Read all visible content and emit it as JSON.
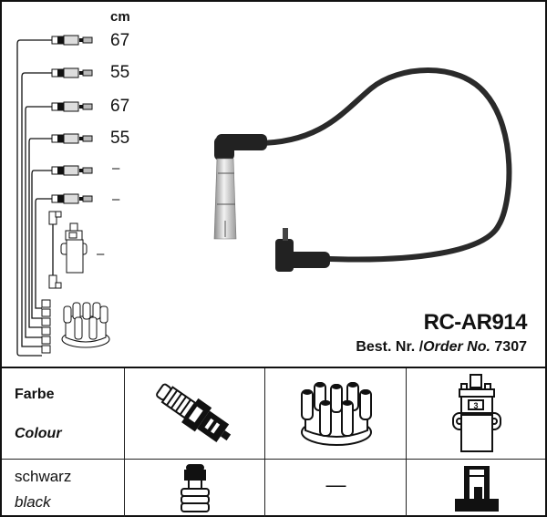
{
  "header": {
    "unit_label": "cm",
    "lengths": [
      "67",
      "55",
      "67",
      "55",
      "–",
      "–"
    ],
    "coil_lead_length": "–"
  },
  "product": {
    "model": "RC-AR914",
    "order_label_de": "Best. Nr.",
    "order_separator": "/",
    "order_label_en": "Order No.",
    "order_number": "7307"
  },
  "table": {
    "header_label_de": "Farbe",
    "header_label_en": "Colour",
    "row_label_de": "schwarz",
    "row_label_en": "black",
    "columns": [
      {
        "icon": "spark-plug-icon",
        "value_icon": "plug-terminal-icon"
      },
      {
        "icon": "distributor-cap-icon",
        "value": "—"
      },
      {
        "icon": "ignition-coil-icon",
        "value_icon": "coil-terminal-icon"
      }
    ]
  },
  "colors": {
    "line": "#111111",
    "cable": "#2a2a2a",
    "metal": "#c8c8c8"
  }
}
